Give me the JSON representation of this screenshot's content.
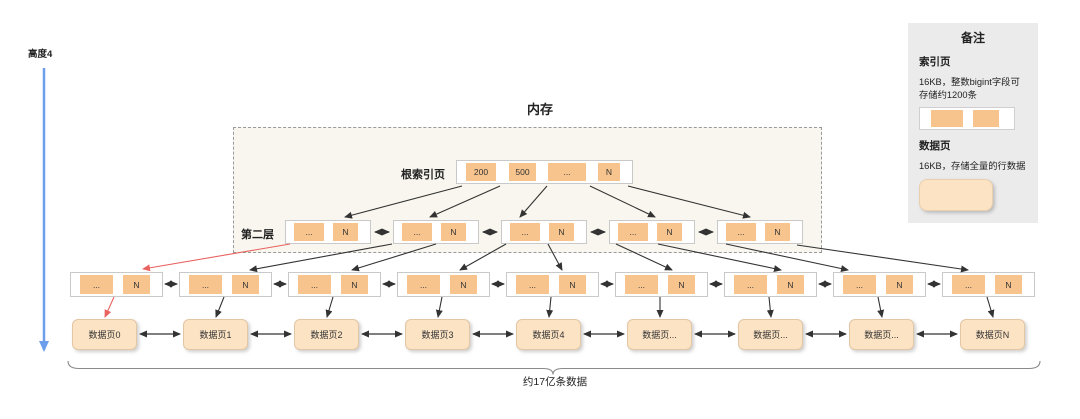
{
  "height_label": "高度4",
  "memory_title": "内存",
  "root": {
    "label": "根索引页",
    "cells": [
      "200",
      "500",
      "...",
      "N"
    ]
  },
  "layer2": {
    "label": "第二层",
    "nodes": [
      [
        "...",
        "N"
      ],
      [
        "...",
        "N"
      ],
      [
        "...",
        "N"
      ],
      [
        "...",
        "N"
      ],
      [
        "...",
        "N"
      ]
    ]
  },
  "layer3": {
    "nodes": [
      [
        "...",
        "N"
      ],
      [
        "...",
        "N"
      ],
      [
        "...",
        "N"
      ],
      [
        "...",
        "N"
      ],
      [
        "...",
        "N"
      ],
      [
        "...",
        "N"
      ],
      [
        "...",
        "N"
      ],
      [
        "...",
        "N"
      ],
      [
        "...",
        "N"
      ]
    ]
  },
  "data_pages": [
    "数据页0",
    "数据页1",
    "数据页2",
    "数据页3",
    "数据页4",
    "数据页...",
    "数据页...",
    "数据页...",
    "数据页N"
  ],
  "bottom_caption": "约17亿条数据",
  "legend": {
    "title": "备注",
    "index_page_heading": "索引页",
    "index_page_desc": "16KB，整数bigint字段可存储约1200条",
    "data_page_heading": "数据页",
    "data_page_desc": "16KB，存储全量的行数据"
  },
  "colors": {
    "index_cell_orange": "#f7c48e",
    "data_page_fill": "#fce3c4",
    "memory_bg": "#f8f6ee",
    "legend_bg": "#ebebeb",
    "arrow_black": "#333333",
    "arrow_red": "#e8625f",
    "height_arrow_blue": "#6d9eeb"
  }
}
